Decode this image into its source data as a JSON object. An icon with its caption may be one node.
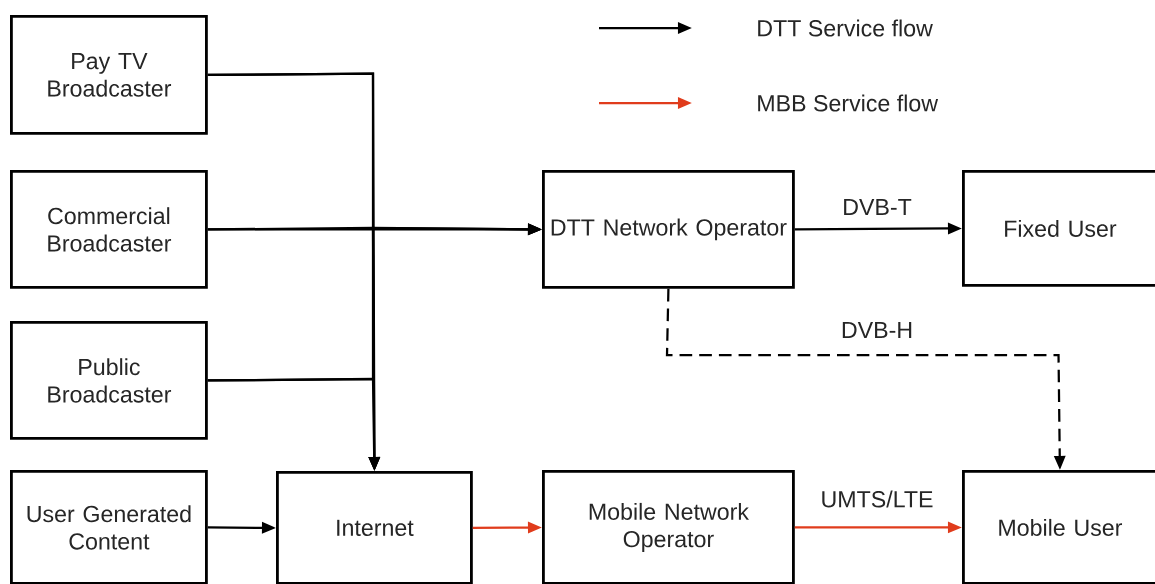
{
  "diagram": {
    "nodes": [
      {
        "text": [
          "Pay TV Broadcaster"
        ]
      },
      {
        "text": [
          "Commercial Broadcaster"
        ]
      },
      {
        "text": [
          "DTT Network Operator"
        ]
      },
      {
        "text": [
          "Fixed User"
        ]
      },
      {
        "text": [
          "Public Broadcaster"
        ]
      },
      {
        "text": [
          "User Generated Content"
        ]
      },
      {
        "text": [
          "Internet"
        ]
      },
      {
        "text": [
          "Mobile Network Operator"
        ]
      },
      {
        "text": [
          "Mobile User"
        ]
      }
    ],
    "edges": [
      {
        "from": 0,
        "to": 2,
        "arrow": "to"
      },
      {
        "from": 1,
        "to": 2,
        "arrow": "to"
      },
      {
        "from": 4,
        "to": 2,
        "arrow": "to"
      },
      {
        "from": 0,
        "to": 6,
        "arrow": "to"
      },
      {
        "from": 1,
        "to": 6,
        "arrow": "to"
      },
      {
        "from": 4,
        "to": 6,
        "arrow": "to"
      },
      {
        "from": 2,
        "to": 3,
        "arrow": "to",
        "label": "DVB-T"
      },
      {
        "from": 2,
        "to": 8,
        "arrow": "to",
        "label": "DVB-H",
        "style": "dashed"
      },
      {
        "from": 5,
        "to": 6,
        "arrow": "to"
      },
      {
        "from": 6,
        "to": 7,
        "arrow": "to",
        "color": "#e03c1c"
      },
      {
        "from": 7,
        "to": 8,
        "arrow": "to",
        "label": "UMTS/LTE",
        "color": "#e03c1c"
      }
    ],
    "legend": [
      {
        "text": "DTT Service flow"
      },
      {
        "text": "MBB Service flow"
      }
    ]
  }
}
